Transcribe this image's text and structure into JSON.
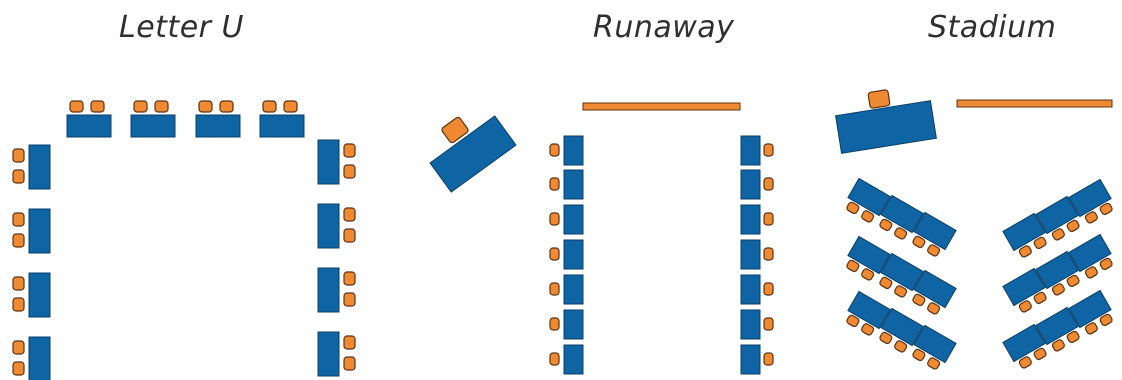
{
  "layouts": [
    {
      "title": "Letter U"
    },
    {
      "title": "Runaway"
    },
    {
      "title": "Stadium"
    }
  ],
  "colors": {
    "desk": "#0f64a3",
    "desk_outline": "#0a3f68",
    "chair": "#f08a32",
    "chair_outline": "#5a3314",
    "text": "#2f2f2f"
  }
}
